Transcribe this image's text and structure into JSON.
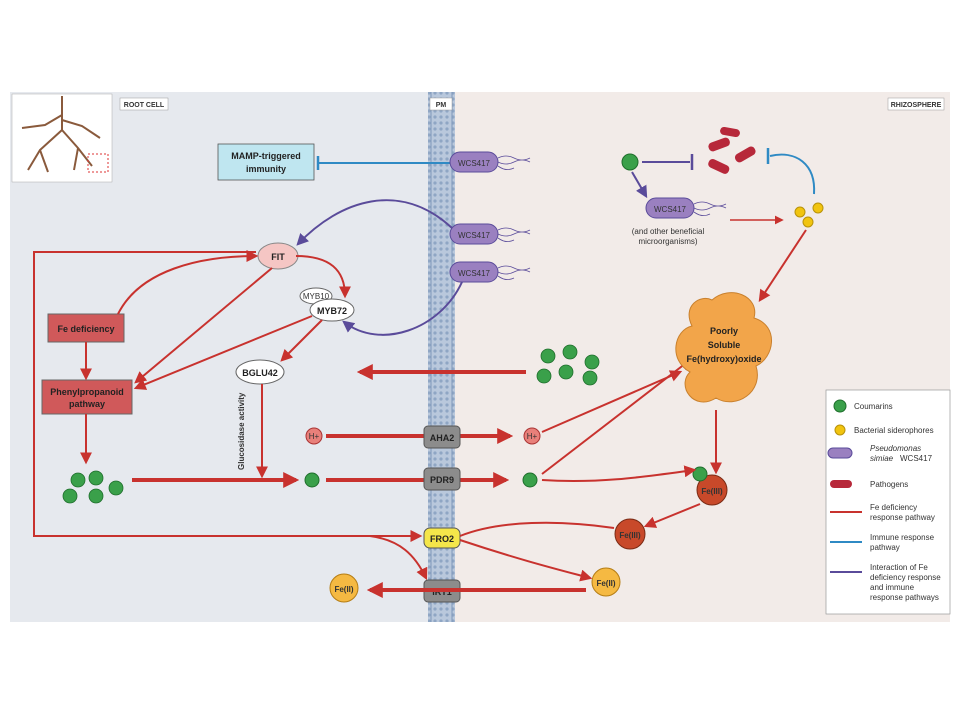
{
  "panels": {
    "root_cell": "ROOT CELL",
    "pm": "PM",
    "rhizosphere": "RHIZOSPHERE"
  },
  "nodes": {
    "mamp": [
      "MAMP-triggered",
      "immunity"
    ],
    "wcs417": "WCS417",
    "wcs417_note": [
      "(and other beneficial",
      "microorganisms)"
    ],
    "fit": "FIT",
    "myb10": "MYB10",
    "myb72": "MYB72",
    "fe_deficiency": "Fe deficiency",
    "phenylpropanoid": [
      "Phenylpropanoid",
      "pathway"
    ],
    "bglu42": "BGLU42",
    "glucosidase": "Glucosidase activity",
    "h_plus": "H+",
    "aha2": "AHA2",
    "pdr9": "PDR9",
    "fro2": "FRO2",
    "irt1": "IRT1",
    "fe_ii": "Fe(II)",
    "fe_iii": "Fe(III)",
    "oxide": [
      "Poorly",
      "Soluble",
      "Fe(hydroxy)oxide"
    ]
  },
  "legend": {
    "coumarins": "Coumarins",
    "siderophores": "Bacterial siderophores",
    "wcs_species": "Pseudomonas",
    "wcs_species2": "simiae",
    "wcs_strain": "WCS417",
    "pathogens": "Pathogens",
    "fe_path": [
      "Fe deficiency",
      "response pathway"
    ],
    "immune_path": [
      "Immune response",
      "pathway"
    ],
    "interaction_path": [
      "Interaction of Fe",
      "deficiency response",
      "and immune",
      "response pathways"
    ]
  },
  "colors": {
    "fe_pathway": "#c8322e",
    "immune": "#2f8ac4",
    "interaction": "#5a4b9a",
    "coumarin": "#3aa04a",
    "siderophore": "#f1c40f",
    "root_bg": "#e6e9ee",
    "rhizo_bg": "#f2ebe8",
    "oxide": "#f2a54a",
    "bacteria": "#9a80c0"
  }
}
